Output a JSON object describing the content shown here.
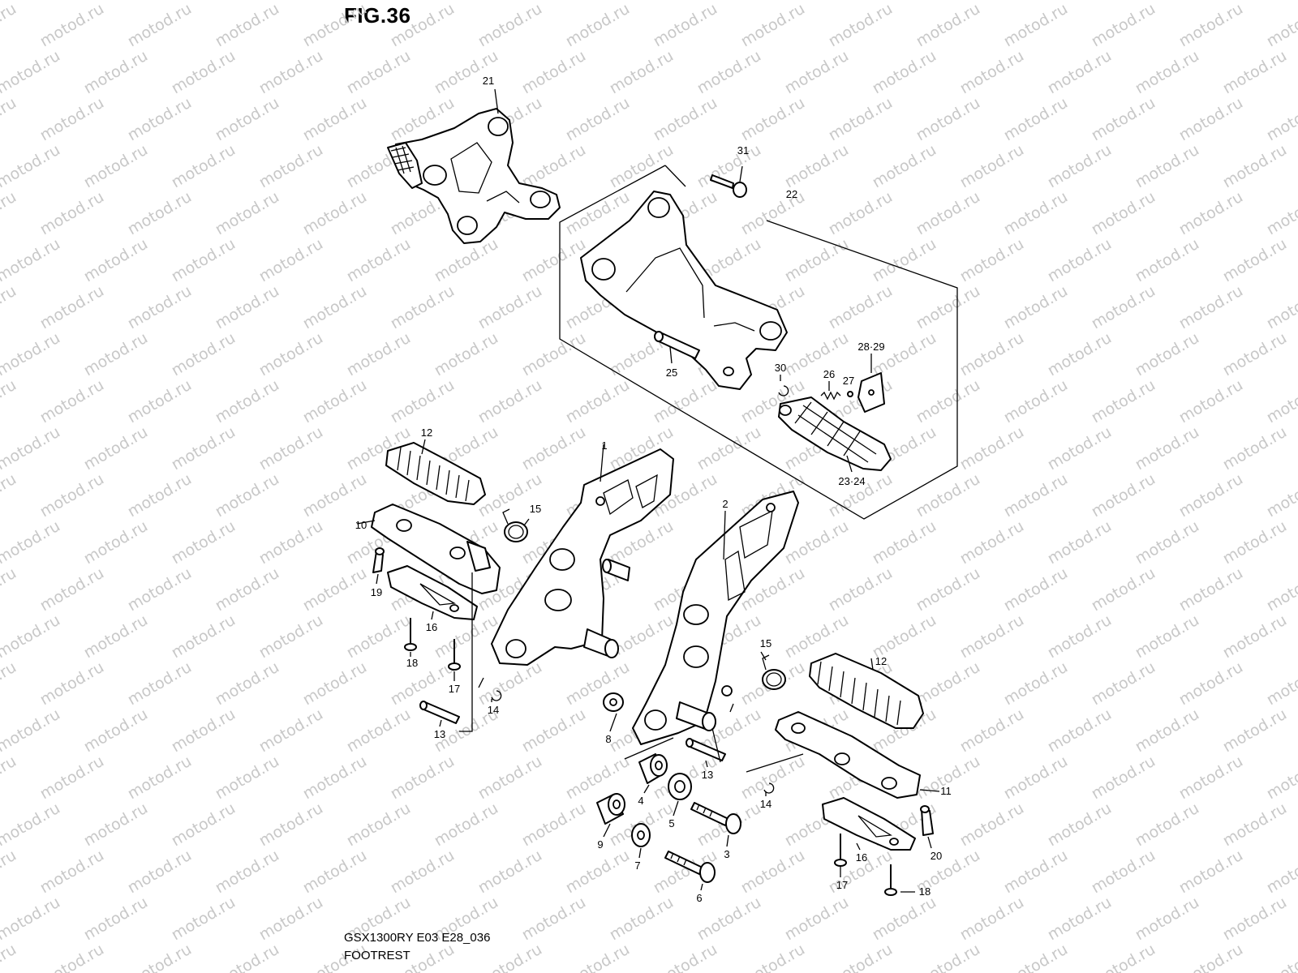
{
  "figure_title": "FIG.36",
  "watermark": "motod.ru",
  "model_code": "GSX1300RY E03 E28_036",
  "section_name": "FOOTREST",
  "callouts": {
    "c1": "1",
    "c2": "2",
    "c3": "3",
    "c4": "4",
    "c5": "5",
    "c6": "6",
    "c7": "7",
    "c8": "8",
    "c9": "9",
    "c10": "10",
    "c11": "11",
    "c12a": "12",
    "c12b": "12",
    "c13a": "13",
    "c13b": "13",
    "c14a": "14",
    "c14b": "14",
    "c15a": "15",
    "c15b": "15",
    "c16a": "16",
    "c16b": "16",
    "c17a": "17",
    "c17b": "17",
    "c18a": "18",
    "c18b": "18",
    "c19": "19",
    "c20": "20",
    "c21": "21",
    "c22": "22",
    "c23_24": "23·24",
    "c25": "25",
    "c26": "26",
    "c27": "27",
    "c28_29": "28·29",
    "c30": "30",
    "c31": "31"
  }
}
